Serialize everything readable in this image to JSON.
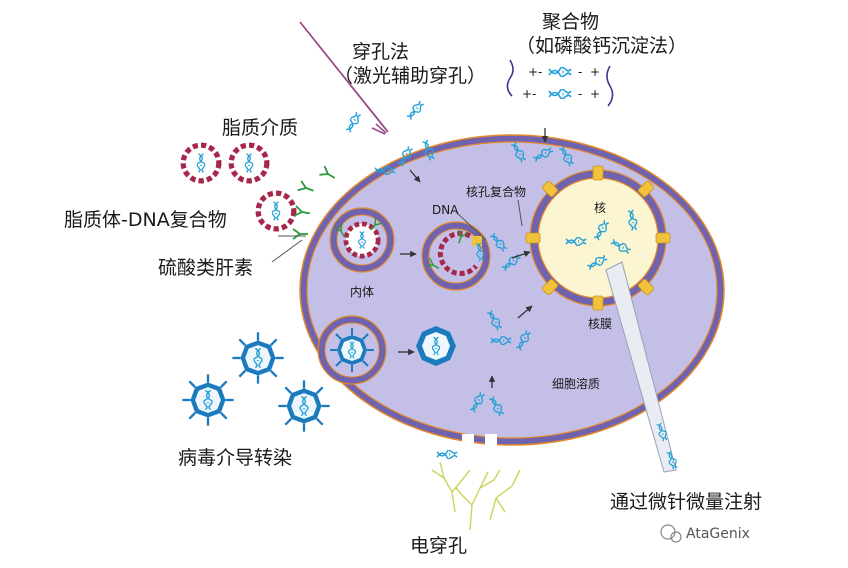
{
  "labels": {
    "polymer_title": "聚合物",
    "polymer_sub": "（如磷酸钙沉淀法）",
    "perforation_title": "穿孔法",
    "perforation_sub": "（激光辅助穿孔）",
    "liposome": "脂质介质",
    "lipoplex": "脂质体-DNA复合物",
    "heparan": "硫酸类肝素",
    "virus": "病毒介导转染",
    "electroporation": "电穿孔",
    "microinjection": "通过微针微量注射",
    "endosome": "内体",
    "dna": "DNA",
    "npc": "核孔复合物",
    "nucleus": "核",
    "nuclear_membrane": "核膜",
    "cytosol": "细胞溶质"
  },
  "polymer_signs": [
    "+",
    "-",
    "-",
    "+",
    "+",
    "-",
    "-",
    "+"
  ],
  "watermark": "AtaGenix",
  "colors": {
    "cell_fill": "#c3bfe6",
    "membrane": "#6f63b0",
    "membrane_edge": "#e58a2a",
    "nucleus_fill": "#fbf5d2",
    "pore": "#f2c23a",
    "dna": "#27a2d8",
    "liposome": "#a8264a",
    "virus": "#1c7bbf",
    "receptor": "#2a9a3a",
    "laser": "#9b4b8a",
    "electro": "#cbd35a"
  }
}
